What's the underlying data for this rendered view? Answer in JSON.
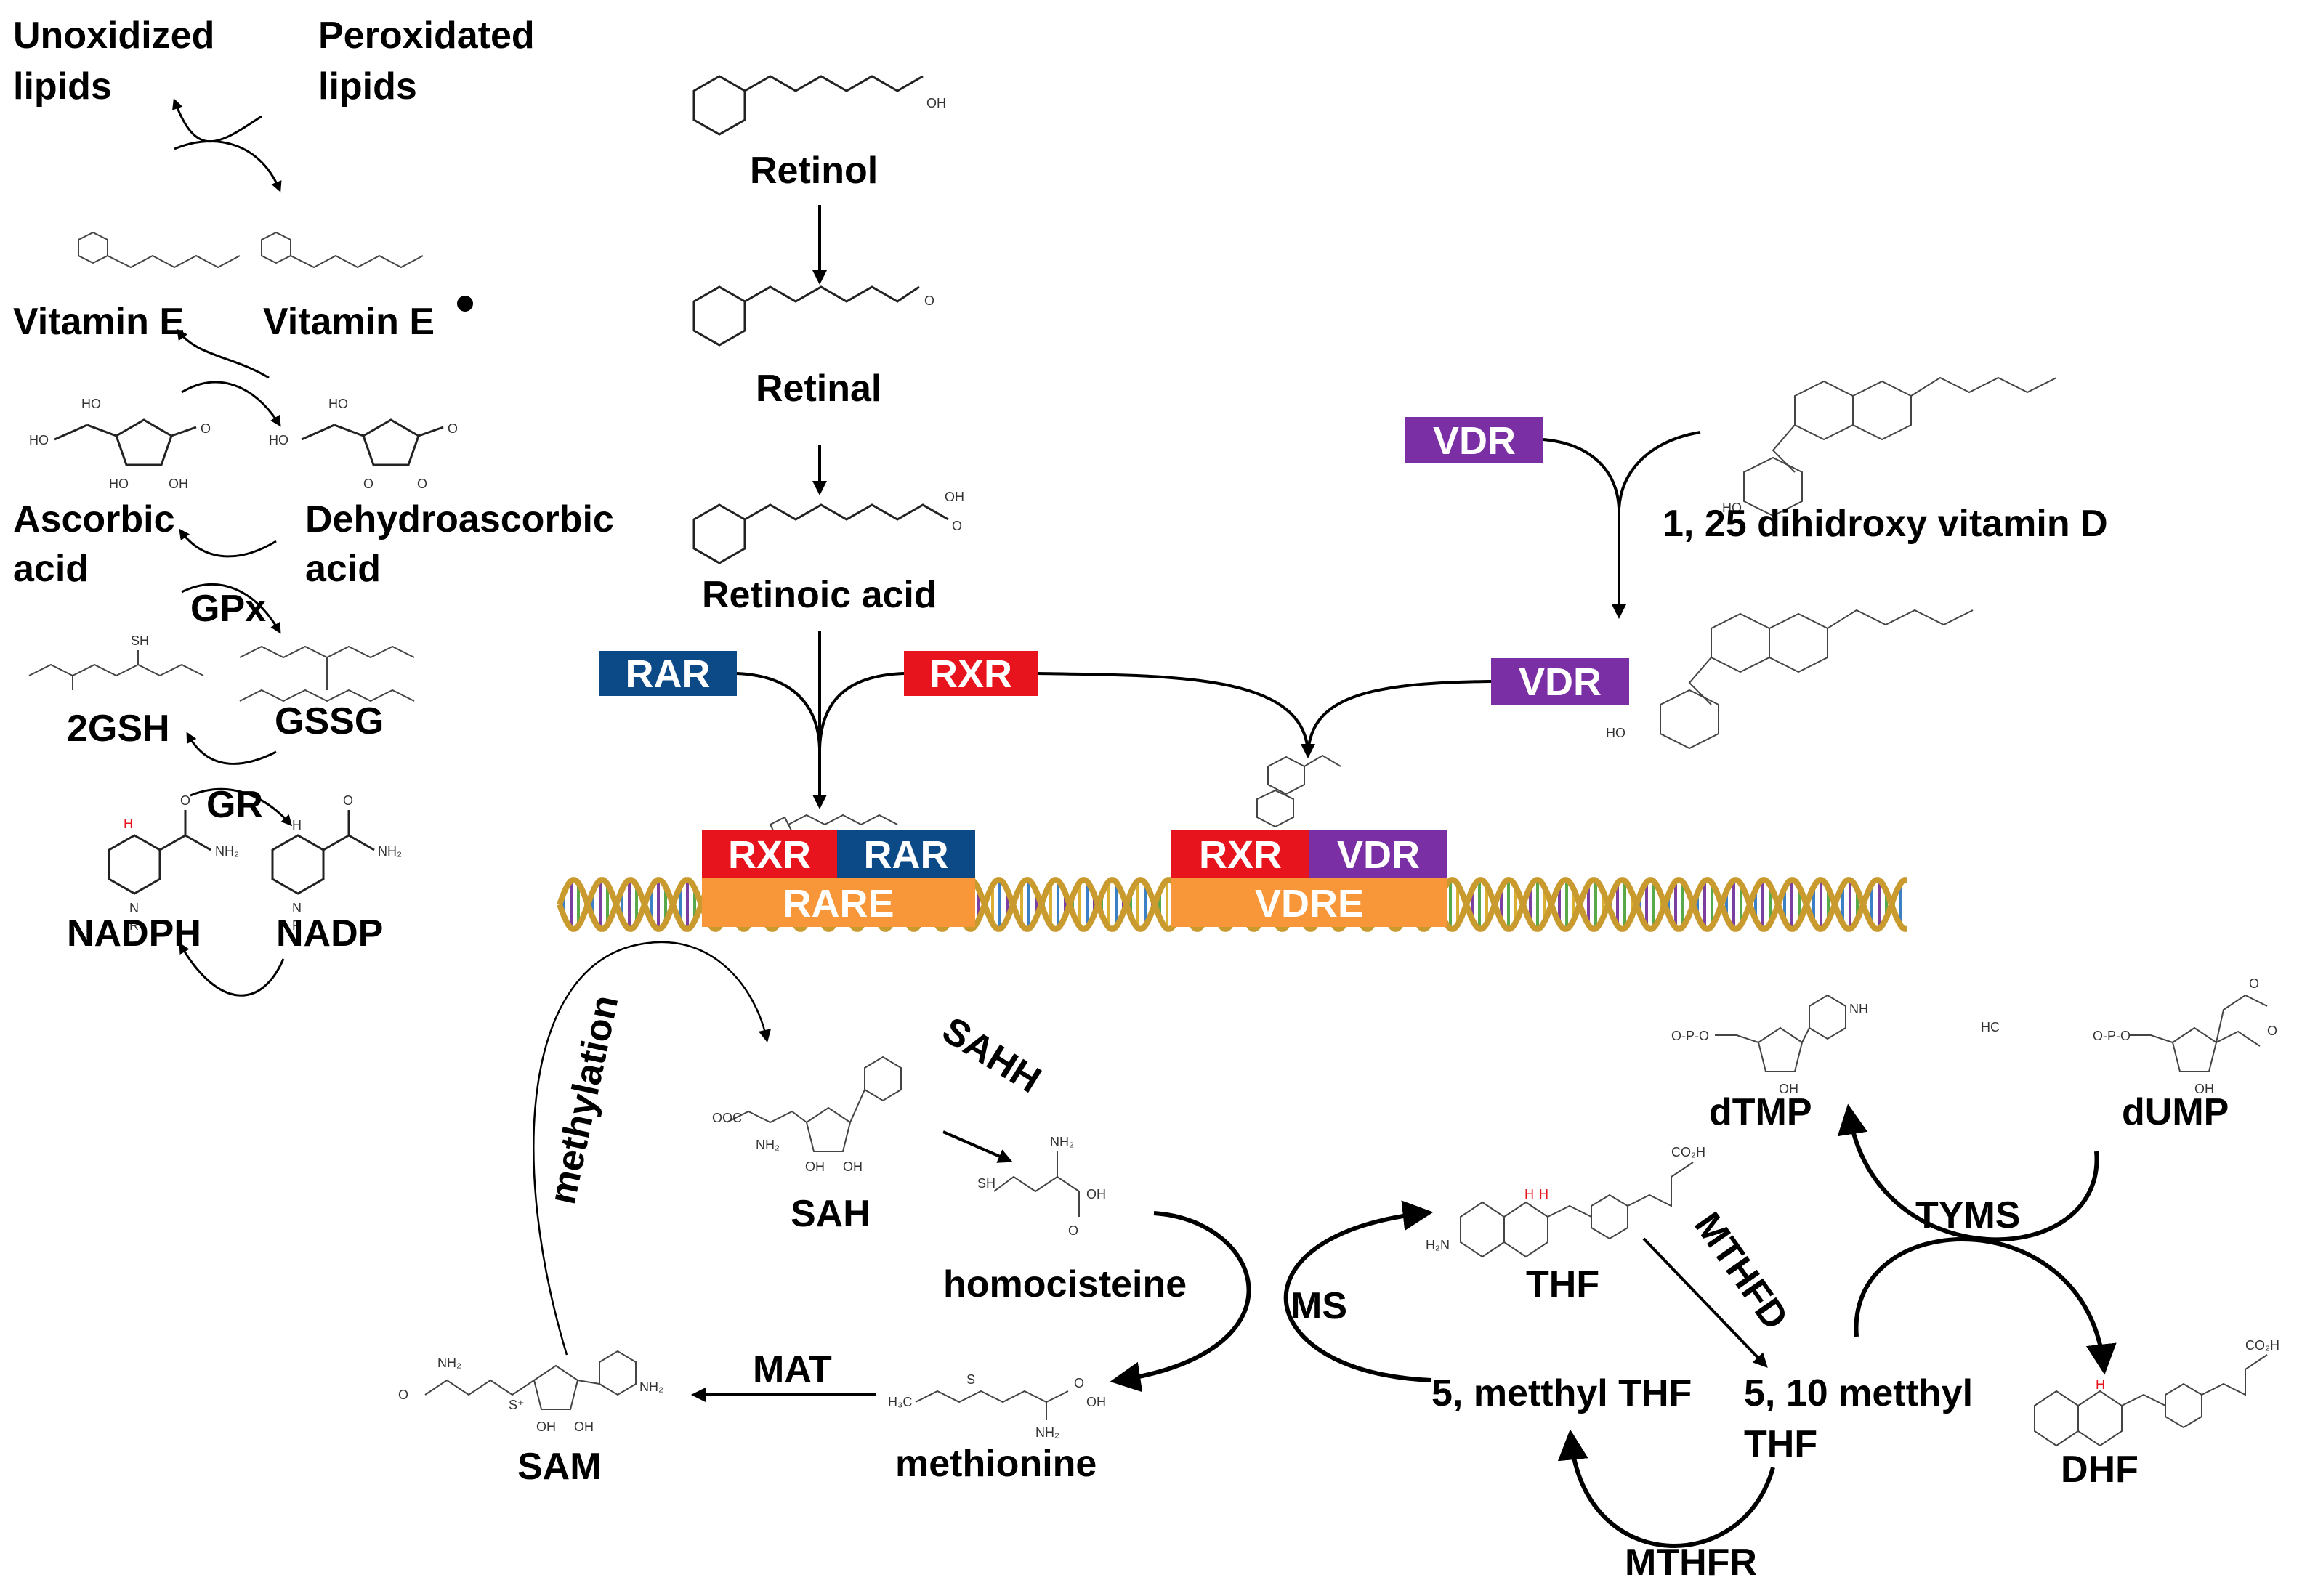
{
  "colors": {
    "rar": "#0b4a86",
    "rxr": "#e8141d",
    "vdr": "#7b2fa4",
    "response_element": "#f7973a",
    "dna_gold": "#c99a2e",
    "dna_rungs": [
      "#3b7fc4",
      "#7a3fa0",
      "#59a84a",
      "#d9b033"
    ],
    "highlight_hydrogen": "#e8141d"
  },
  "icons": {
    "helix": "dna-double-helix",
    "radical": "radical-dot"
  },
  "antioxidant": {
    "unoxidized_lipids": [
      "Unoxidized",
      "lipids"
    ],
    "peroxidated_lipids": [
      "Peroxidated",
      "lipids"
    ],
    "vitamin_e": "Vitamin E",
    "vitamin_e_radical": "Vitamin E",
    "ascorbic_acid": [
      "Ascorbic",
      "acid"
    ],
    "dehydroascorbic_acid": [
      "Dehydroascorbic",
      "acid"
    ],
    "gpx": "GPx",
    "gsh": "2GSH",
    "gssg": "GSSG",
    "gr": "GR",
    "nadph": "NADPH",
    "nadp": "NADP"
  },
  "retinoid": {
    "retinol": "Retinol",
    "retinal": "Retinal",
    "retinoic_acid": "Retinoic acid"
  },
  "vitamin_d": {
    "name": "1, 25 dihidroxy vitamin D"
  },
  "receptors": {
    "rar": "RAR",
    "rxr": "RXR",
    "vdr": "VDR",
    "rare": "RARE",
    "vdre": "VDRE"
  },
  "methylation_cycle": {
    "methylation": "methylation",
    "sah": "SAH",
    "sahh": "SAHH",
    "homocysteine": "homocisteine",
    "ms": "MS",
    "methionine": "methionine",
    "mat": "MAT",
    "sam": "SAM"
  },
  "folate_cycle": {
    "thf": "THF",
    "mthfd": "MTHFD",
    "methyl_thf": "5, metthyl THF",
    "methylene_thf": [
      "5, 10 metthyl",
      "THF"
    ],
    "mthfr": "MTHFR",
    "dtmp": "dTMP",
    "dump": "dUMP",
    "tyms": "TYMS",
    "dhf": "DHF",
    "stray_text": "HC"
  }
}
